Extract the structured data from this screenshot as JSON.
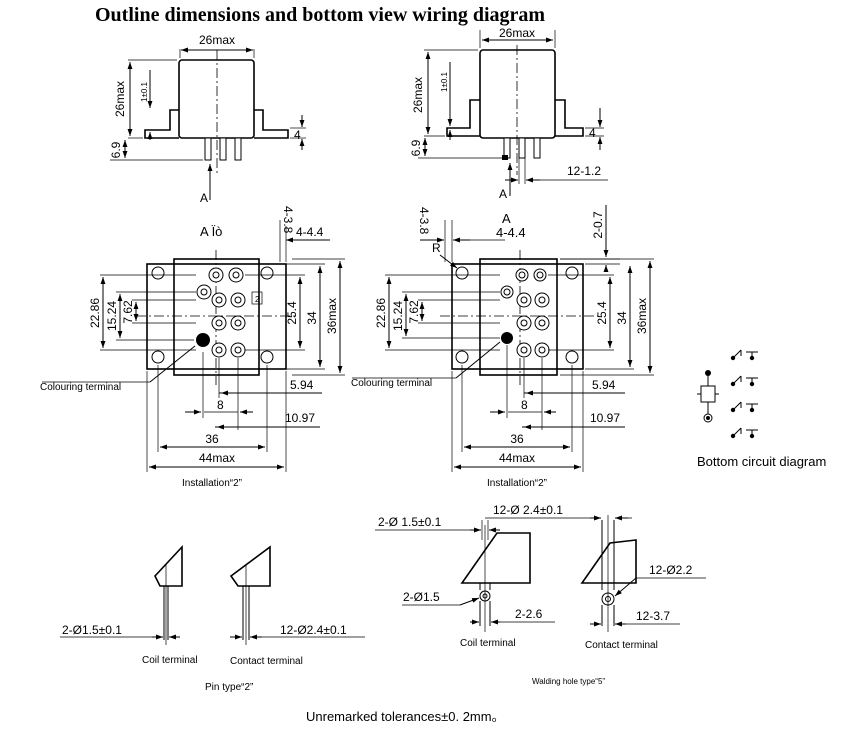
{
  "title": "Outline dimensions and bottom view wiring diagram",
  "left_side": {
    "width": "26max",
    "height": "26max",
    "tol": "1±0.1",
    "mount": "4",
    "pin_len": "6.9",
    "view_arrow": "A"
  },
  "right_side": {
    "width": "26max",
    "height": "26max",
    "tol": "1±0.1",
    "mount": "4",
    "pin_len": "6.9",
    "pitch": "12-1.2",
    "view_arrow": "A"
  },
  "left_bottom": {
    "view_label": "A Ïò",
    "hole_count": "4-3.8",
    "slot": "4-4.4",
    "d_22_86": "22.86",
    "d_15_24": "15.24",
    "d_7_62": "7.62",
    "d_25_4": "25.4",
    "d_34": "34",
    "d_36max": "36max",
    "d_5_94": "5.94",
    "d_8": "8",
    "d_10_97": "10.97",
    "d_36": "36",
    "d_44max": "44max",
    "pin_mark": "2",
    "colour_label": "Colouring terminal",
    "install_label": "Installation“2”"
  },
  "right_bottom": {
    "view_label": "A",
    "view_label_2": "4-4.4",
    "hole_count": "4-3.8",
    "radius": "R",
    "d_2_0_7": "2-0.7",
    "d_22_86": "22.86",
    "d_15_24": "15.24",
    "d_7_62": "7.62",
    "d_25_4": "25.4",
    "d_34": "34",
    "d_36max": "36max",
    "d_5_94": "5.94",
    "d_8": "8",
    "d_10_97": "10.97",
    "d_36": "36",
    "d_44max": "44max",
    "colour_label": "Colouring terminal",
    "install_label": "Installation“2”"
  },
  "circuit": {
    "label": "Bottom circuit diagram"
  },
  "pin_type": {
    "coil_dim": "2-Ø1.5±0.1",
    "contact_dim": "12-Ø2.4±0.1",
    "coil_label": "Coil terminal",
    "contact_label": "Contact terminal",
    "type_label": "Pin type“2”"
  },
  "weld_type": {
    "coil_top_dim": "2-Ø 1.5±0.1",
    "contact_top_dim": "12-Ø 2.4±0.1",
    "coil_hole": "2-Ø1.5",
    "coil_len": "2-2.6",
    "contact_hole": "12-Ø2.2",
    "contact_len": "12-3.7",
    "coil_label": "Coil terminal",
    "contact_label": "Contact terminal",
    "type_label": "Walding hole type“5”"
  },
  "footer": "Unremarked tolerances±0. 2mm。"
}
